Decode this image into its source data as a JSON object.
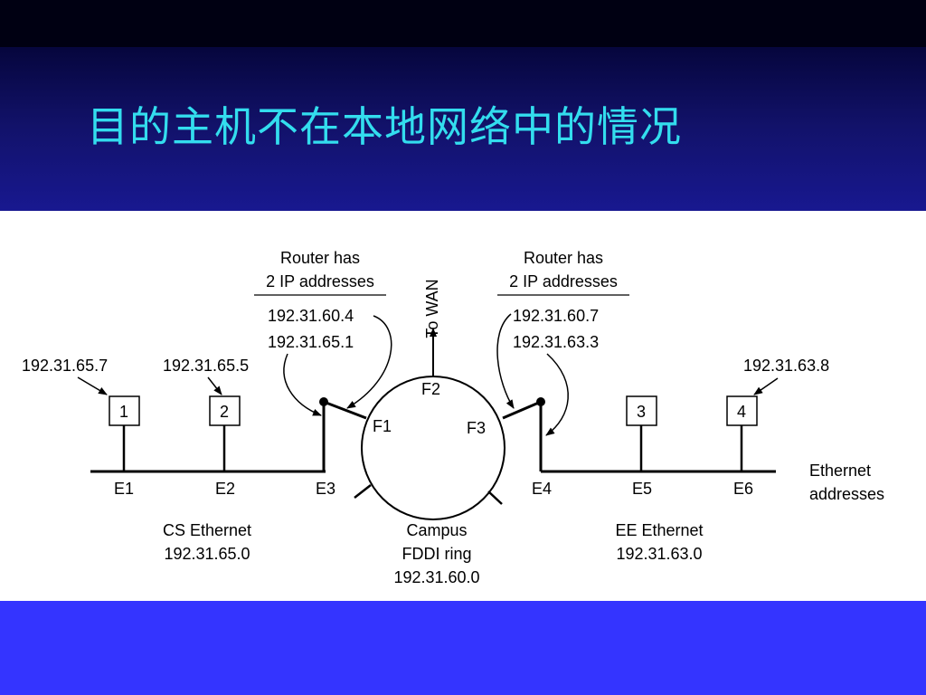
{
  "slide": {
    "title": "目的主机不在本地网络中的情况"
  },
  "diagram": {
    "router_left": {
      "caption_line1": "Router has",
      "caption_line2": "2 IP addresses",
      "ip1": "192.31.60.4",
      "ip2": "192.31.65.1"
    },
    "router_right": {
      "caption_line1": "Router has",
      "caption_line2": "2 IP addresses",
      "ip1": "192.31.60.7",
      "ip2": "192.31.63.3"
    },
    "wan_label": "To WAN",
    "hosts": [
      {
        "number": "1",
        "ip": "192.31.65.7"
      },
      {
        "number": "2",
        "ip": "192.31.65.5"
      },
      {
        "number": "3",
        "ip": ""
      },
      {
        "number": "4",
        "ip": "192.31.63.8"
      }
    ],
    "fddi_ports": [
      "F1",
      "F2",
      "F3"
    ],
    "ethernet_ports": [
      "E1",
      "E2",
      "E3",
      "E4",
      "E5",
      "E6"
    ],
    "ethernet_legend_line1": "Ethernet",
    "ethernet_legend_line2": "addresses",
    "cs_net": {
      "name": "CS Ethernet",
      "addr": "192.31.65.0"
    },
    "fddi_net": {
      "name_line1": "Campus",
      "name_line2": "FDDI ring",
      "addr": "192.31.60.0"
    },
    "ee_net": {
      "name": "EE Ethernet",
      "addr": "192.31.63.0"
    }
  }
}
